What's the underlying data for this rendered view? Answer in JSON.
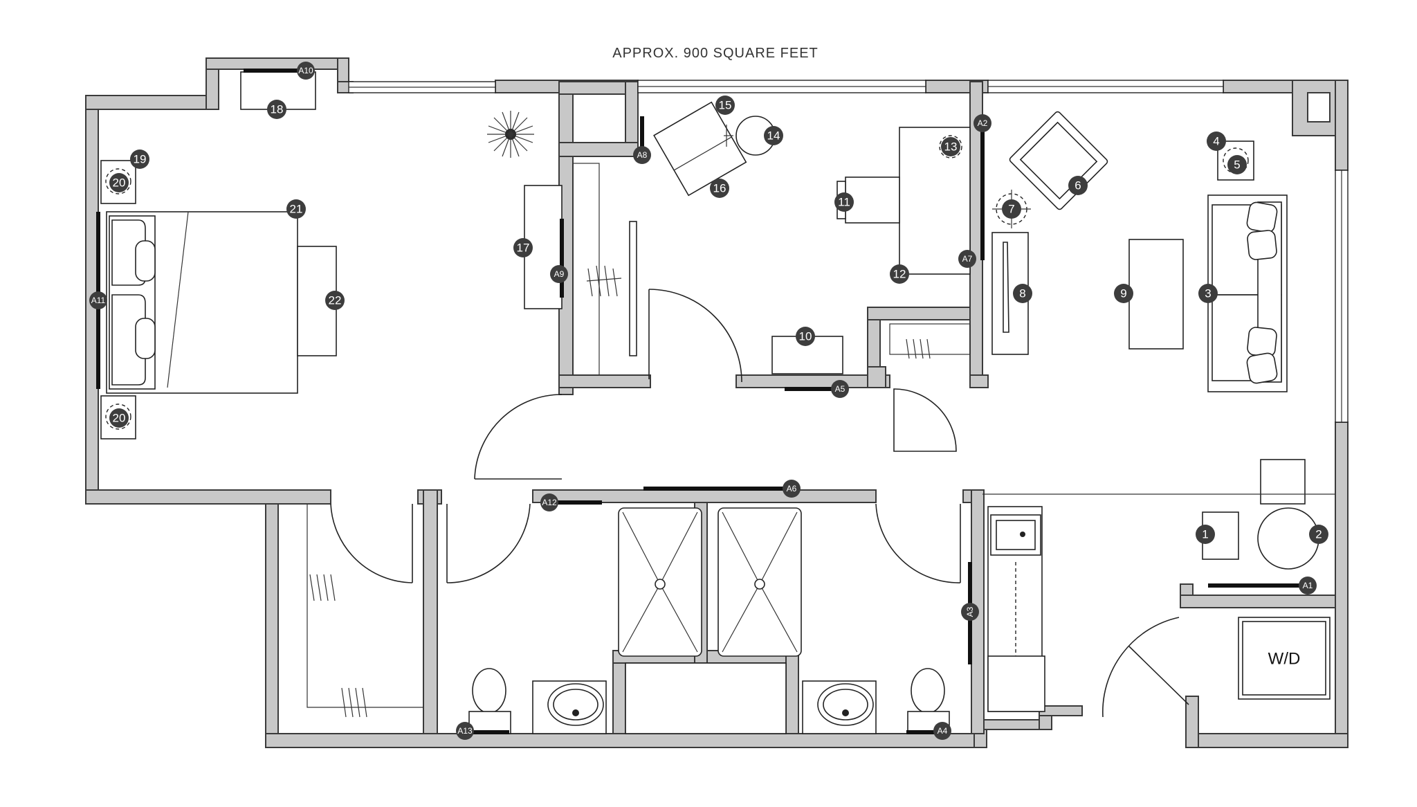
{
  "title": "APPROX. 900 SQUARE FEET",
  "appliance_label": "W/D",
  "item_markers": [
    "1",
    "2",
    "3",
    "4",
    "5",
    "6",
    "7",
    "8",
    "9",
    "10",
    "11",
    "12",
    "13",
    "14",
    "15",
    "16",
    "17",
    "18",
    "19",
    "20",
    "20",
    "21",
    "22"
  ],
  "art_markers": [
    "A1",
    "A2",
    "A3",
    "A4",
    "A5",
    "A6",
    "A7",
    "A8",
    "A9",
    "A10",
    "A11",
    "A12",
    "A13"
  ],
  "colors": {
    "wall_fill": "#c8c8c8",
    "marker_fill": "#3d3d3d",
    "line": "#222222"
  }
}
